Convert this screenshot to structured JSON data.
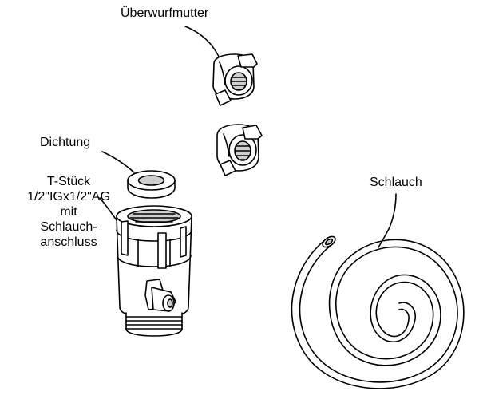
{
  "labels": {
    "union_nut": "Überwurfmutter",
    "gasket": "Dichtung",
    "tee_piece": [
      "T-Stück",
      "1/2\"IGx1/2\"AG",
      "mit",
      "Schlauch-",
      "anschluss"
    ],
    "hose": "Schlauch"
  },
  "colors": {
    "line": "#000000",
    "background": "#ffffff",
    "shade": "#cfcfcf"
  }
}
